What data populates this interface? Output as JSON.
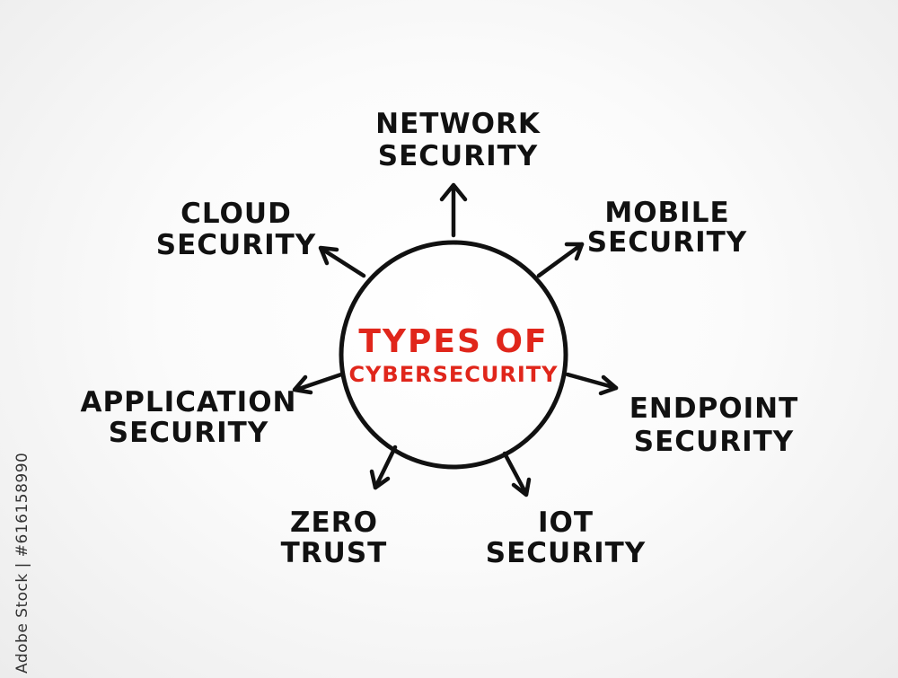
{
  "diagram": {
    "center": {
      "line1": "TYPES OF",
      "line2": "CYBERSECURITY",
      "color": "#e0261b"
    },
    "nodes": [
      {
        "id": "network",
        "lines": [
          "NETWORK",
          "SECURITY"
        ]
      },
      {
        "id": "mobile",
        "lines": [
          "MOBILE",
          "SECURITY"
        ]
      },
      {
        "id": "endpoint",
        "lines": [
          "ENDPOINT",
          "SECURITY"
        ]
      },
      {
        "id": "iot",
        "lines": [
          "IOT",
          "SECURITY"
        ]
      },
      {
        "id": "zero-trust",
        "lines": [
          "ZERO",
          "TRUST"
        ]
      },
      {
        "id": "application",
        "lines": [
          "APPLICATION",
          "SECURITY"
        ]
      },
      {
        "id": "cloud",
        "lines": [
          "CLOUD",
          "SECURITY"
        ]
      }
    ]
  },
  "stock_id": "616158990",
  "brand_watermark": "Adobe Stock"
}
